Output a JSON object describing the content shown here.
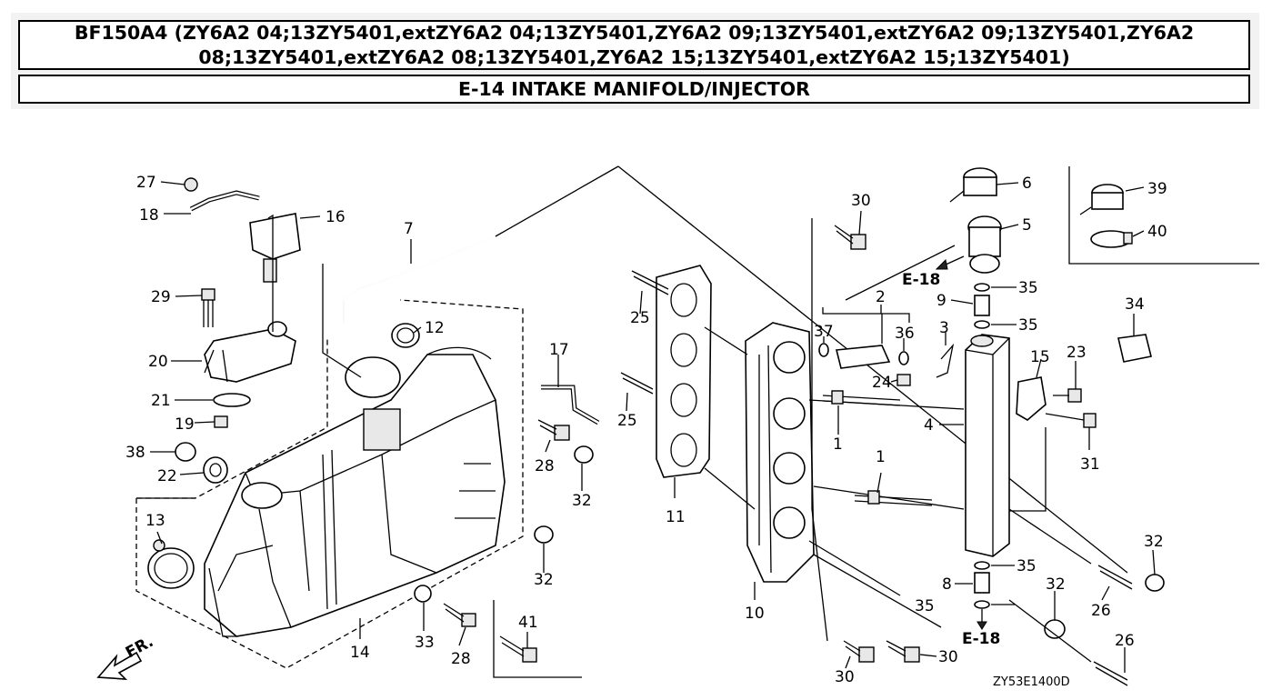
{
  "header": {
    "title": "BF150A4 (ZY6A2 04;13ZY5401,extZY6A2 04;13ZY5401,ZY6A2 09;13ZY5401,extZY6A2 09;13ZY5401,ZY6A2 08;13ZY5401,extZY6A2 08;13ZY5401,ZY6A2 15;13ZY5401,extZY6A2 15;13ZY5401)",
    "section": "E-14 INTAKE MANIFOLD/INJECTOR"
  },
  "diagram": {
    "callouts": {
      "c1a": "1",
      "c1b": "1",
      "c2": "2",
      "c3": "3",
      "c4": "4",
      "c5": "5",
      "c6": "6",
      "c7": "7",
      "c8": "8",
      "c9": "9",
      "c10": "10",
      "c11": "11",
      "c12": "12",
      "c13": "13",
      "c14": "14",
      "c15": "15",
      "c16": "16",
      "c17": "17",
      "c18": "18",
      "c19": "19",
      "c20": "20",
      "c21": "21",
      "c22": "22",
      "c23": "23",
      "c24": "24",
      "c25a": "25",
      "c25b": "25",
      "c26a": "26",
      "c26b": "26",
      "c27": "27",
      "c28a": "28",
      "c28b": "28",
      "c29": "29",
      "c30a": "30",
      "c30b": "30",
      "c30c": "30",
      "c31": "31",
      "c32a": "32",
      "c32b": "32",
      "c32c": "32",
      "c32d": "32",
      "c33": "33",
      "c34": "34",
      "c35a": "35",
      "c35b": "35",
      "c35c": "35",
      "c35d": "35",
      "c36": "36",
      "c37": "37",
      "c38": "38",
      "c39": "39",
      "c40": "40",
      "c41": "41"
    },
    "refs": {
      "upper": "E-18",
      "lower": "E-18"
    },
    "fr_label": "FR.",
    "code": "ZY53E1400D"
  }
}
